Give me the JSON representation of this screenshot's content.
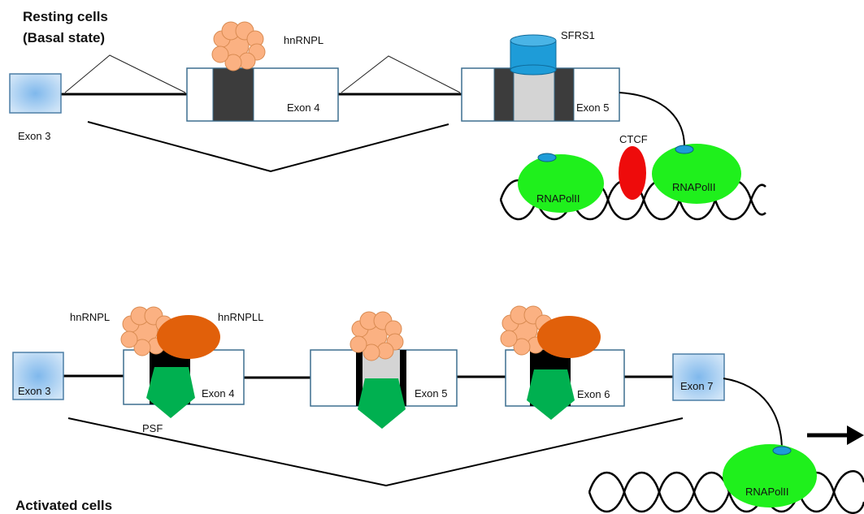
{
  "resting": {
    "title_line1": "Resting cells",
    "title_line2": "(Basal state)",
    "exon3": "Exon 3",
    "exon4": "Exon 4",
    "exon5": "Exon 5",
    "hnrnpl": "hnRNPL",
    "sfrs1": "SFRS1",
    "ctcf": "CTCF",
    "polymerase_left": "RNAPolII",
    "polymerase_right": "RNAPolII"
  },
  "activated": {
    "title": "Activated cells",
    "exon3": "Exon 3",
    "exon4": "Exon 4",
    "exon5": "Exon 5",
    "exon6": "Exon 6",
    "exon7": "Exon 7",
    "hnrnpl": "hnRNPL",
    "hnrnpll": "hnRNPLL",
    "psf": "PSF",
    "polymerase": "RNAPolII"
  },
  "colors": {
    "exon_fill": "#bcd9f3",
    "exon_border": "#3d6f8f",
    "hnrnpl": "#fbb182",
    "hnrnpll": "#e1600a",
    "sfrs1": "#1e9cd8",
    "ctcf": "#ee0b0b",
    "rnapolii": "#1ff01c",
    "psf": "#00b050",
    "dark_region": "#3c3c3c",
    "light_region": "#d4d4d4"
  }
}
